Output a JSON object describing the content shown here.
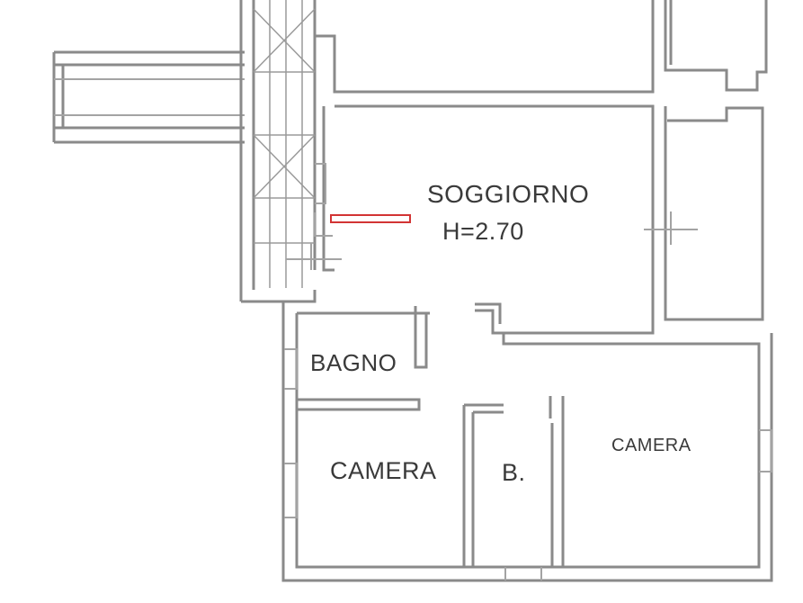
{
  "plan": {
    "rooms": {
      "soggiorno": {
        "label": "SOGGIORNO",
        "height_label": "H=2.70"
      },
      "bagno": {
        "label": "BAGNO"
      },
      "camera_left": {
        "label": "CAMERA"
      },
      "bathroom_small": {
        "label": "B."
      },
      "camera_right": {
        "label": "CAMERA"
      }
    },
    "colors": {
      "walls": "#8a8a8a",
      "text": "#3a3a3a",
      "marker": "#d23434",
      "background": "#ffffff"
    }
  }
}
